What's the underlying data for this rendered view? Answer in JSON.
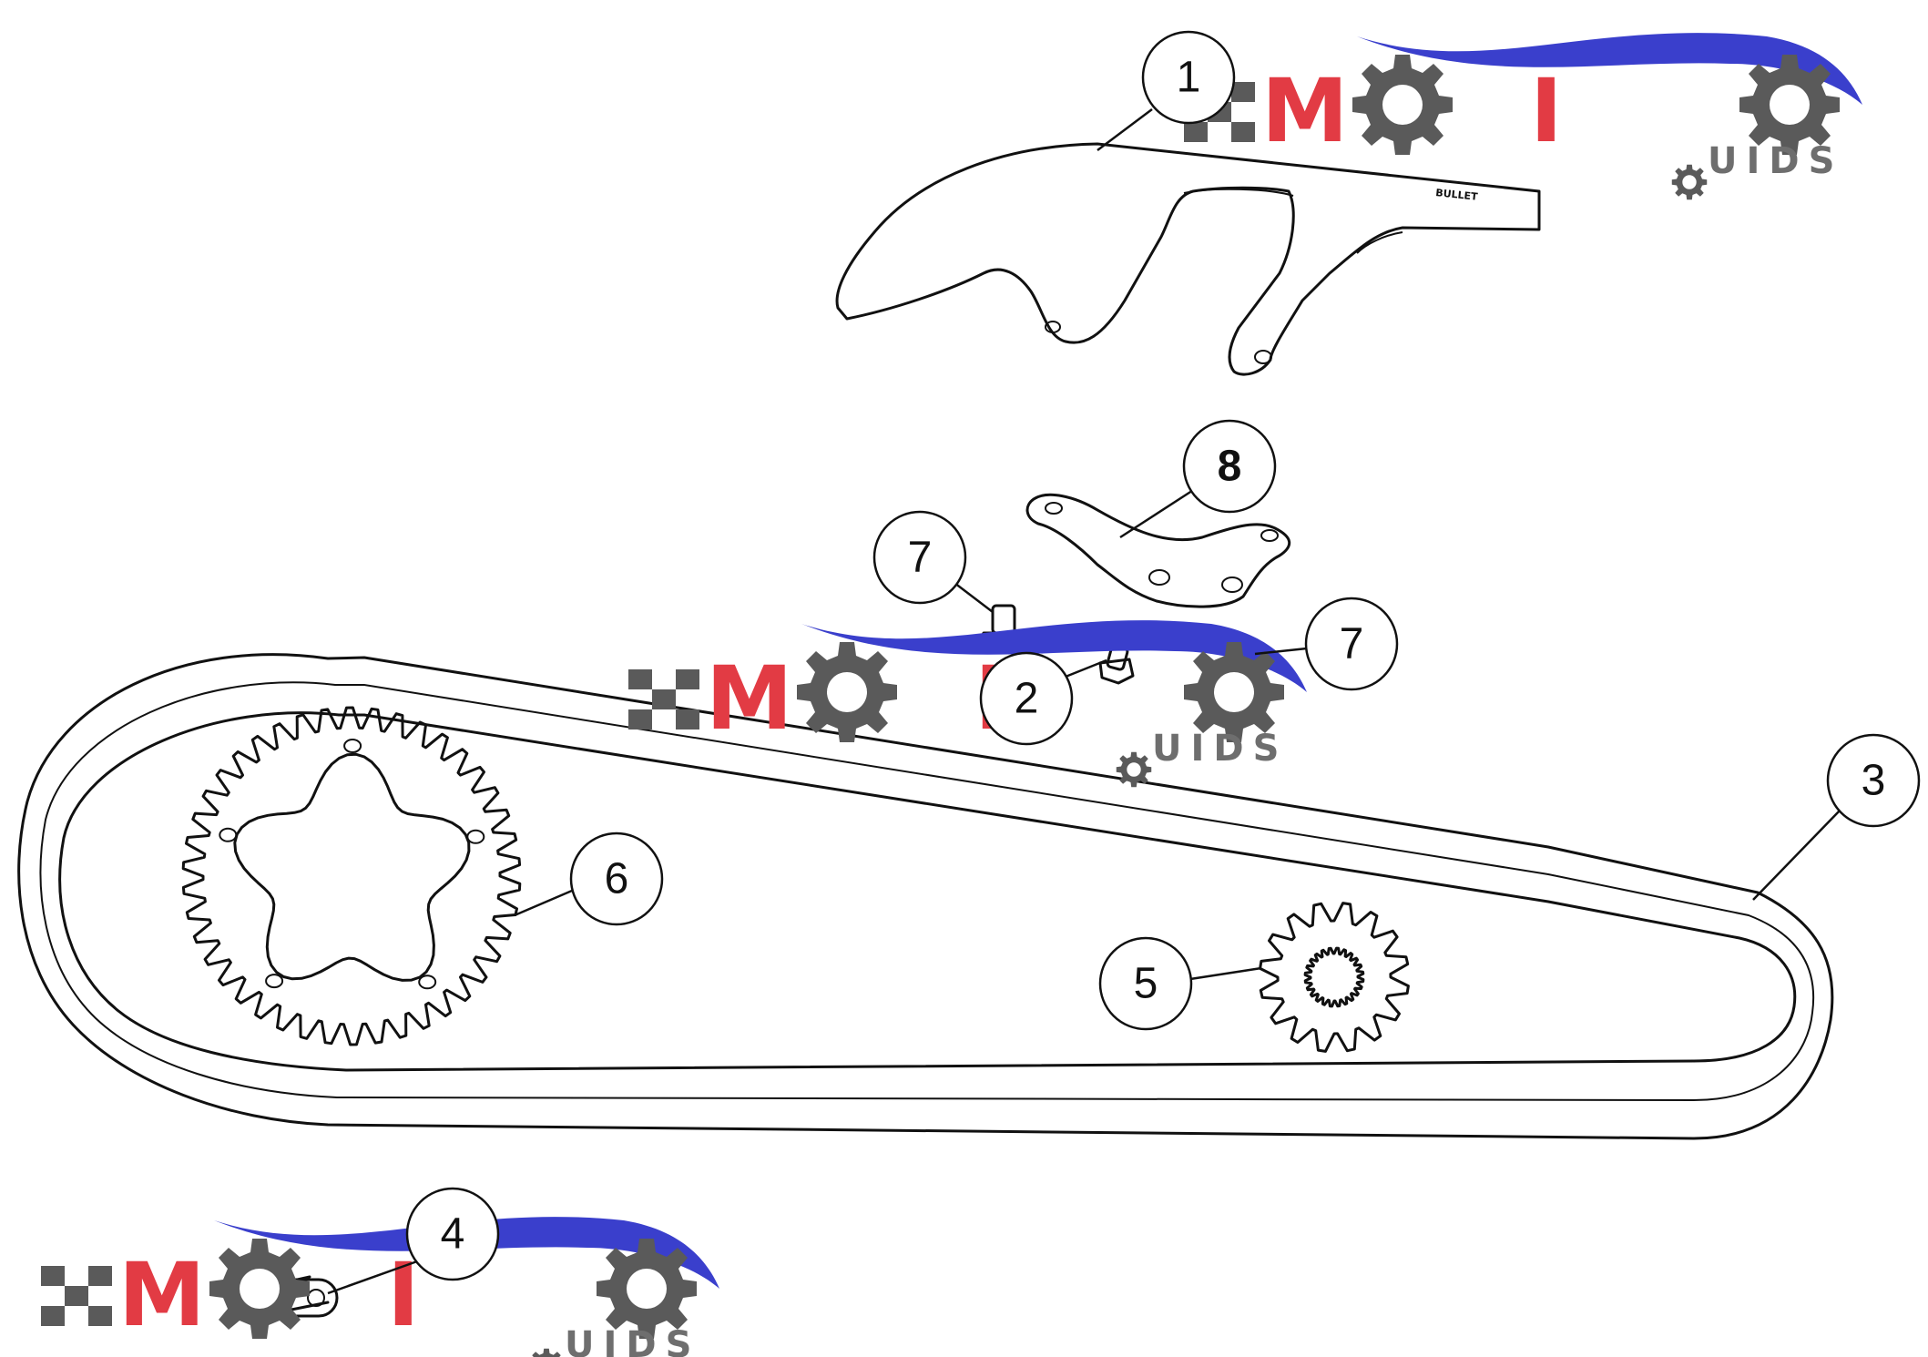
{
  "callouts": [
    {
      "id": "1",
      "label": "1"
    },
    {
      "id": "2",
      "label": "2"
    },
    {
      "id": "3",
      "label": "3"
    },
    {
      "id": "4",
      "label": "4"
    },
    {
      "id": "5",
      "label": "5"
    },
    {
      "id": "6",
      "label": "6"
    },
    {
      "id": "7a",
      "label": "7"
    },
    {
      "id": "7b",
      "label": "7"
    },
    {
      "id": "8",
      "label": "8"
    }
  ],
  "guard_text": "BULLET",
  "watermark": {
    "brand_letters": [
      "M",
      "I"
    ],
    "sub_text": "UIDS",
    "sub_initial": "G",
    "colors": {
      "red": "#e23b44",
      "blue": "#3a3fcc",
      "gray": "#6e6e6e",
      "checker": "#5a5a5a"
    }
  }
}
